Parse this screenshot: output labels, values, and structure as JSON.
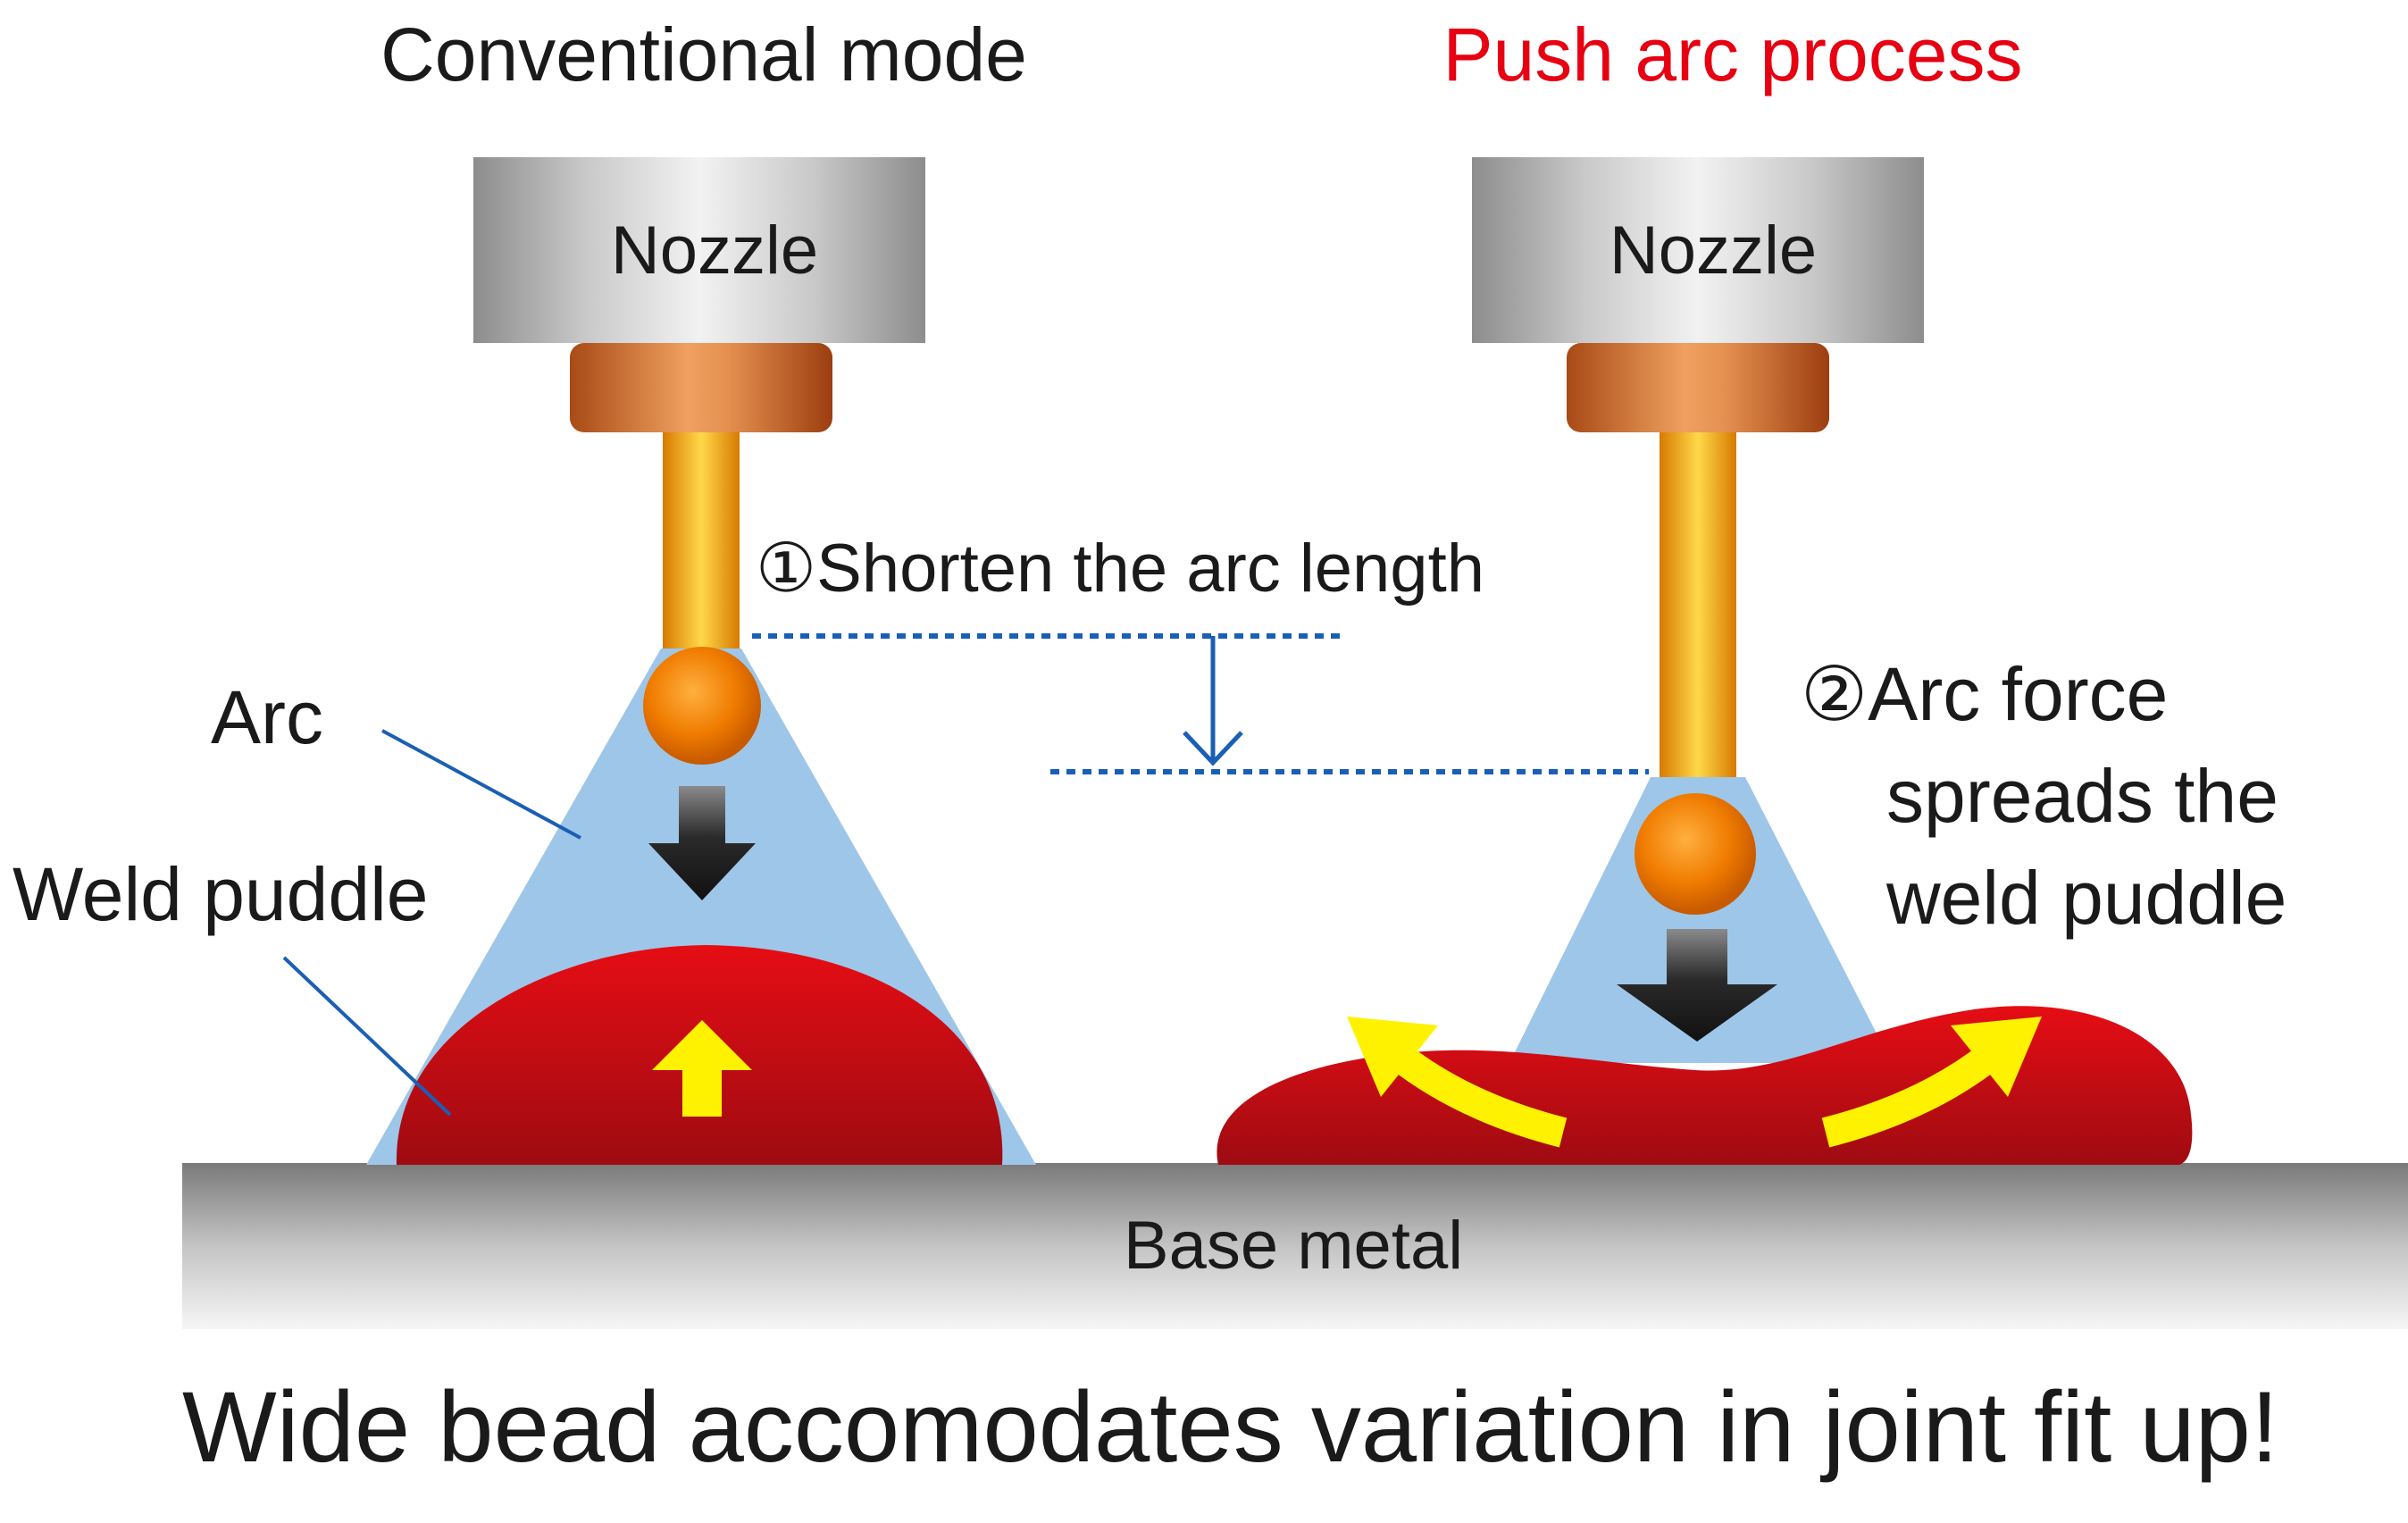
{
  "titles": {
    "conventional": "Conventional mode",
    "push_arc": "Push arc process"
  },
  "labels": {
    "nozzle_left": "Nozzle",
    "nozzle_right": "Nozzle",
    "arc": "Arc",
    "weld_puddle": "Weld puddle",
    "shorten": "①Shorten the arc length",
    "arc_force_line1": "②Arc force",
    "arc_force_line2": "spreads the",
    "arc_force_line3": "weld puddle",
    "base_metal": "Base metal"
  },
  "caption": "Wide bead accomodates variation in joint fit up!",
  "colors": {
    "accent_red_title": "#e60012",
    "arc_blue": "#9ec6e8",
    "puddle_red": "#c8101a",
    "guide_blue": "#1a5fb4",
    "highlight_yellow": "#fff200"
  }
}
